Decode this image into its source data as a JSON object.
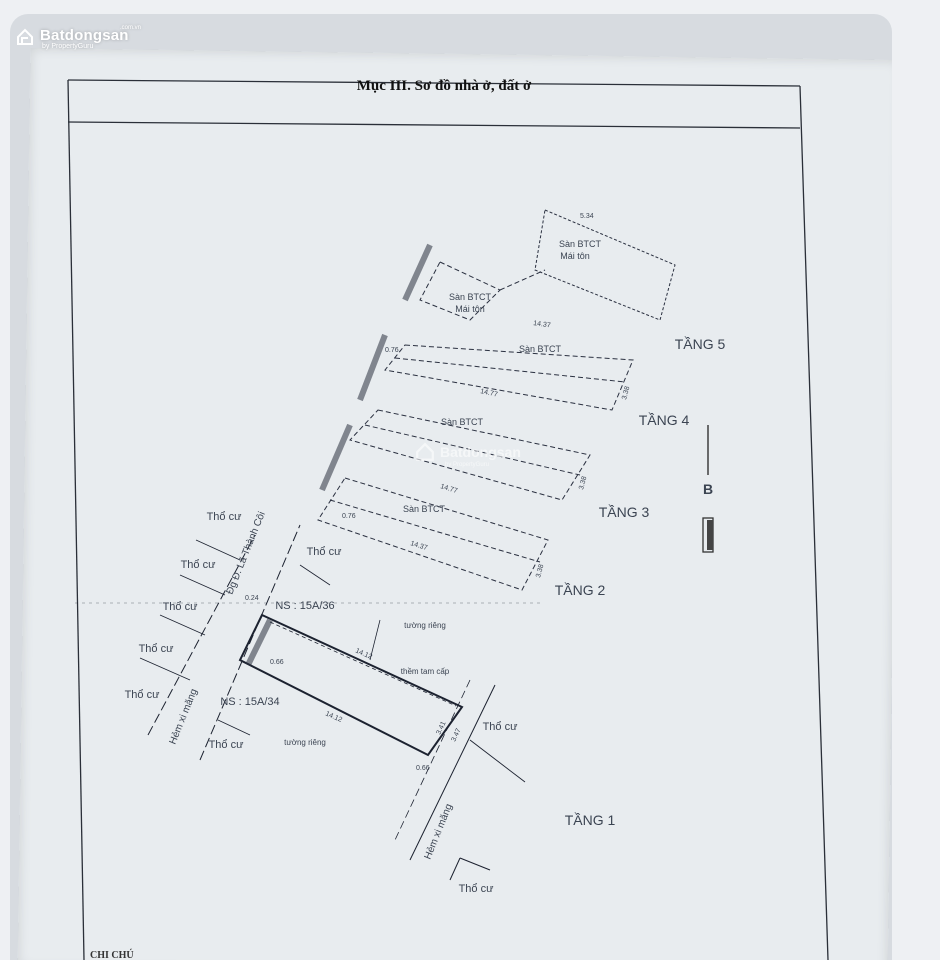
{
  "watermark": {
    "brand": "Batdongsan",
    "domain": ".com.vn",
    "sub": "by PropertyGuru"
  },
  "document": {
    "title": "Mục III. Sơ đồ nhà ở, đất ở",
    "north": "B",
    "footer_partial": "CHI CHÚ",
    "floors": [
      "TẦNG 1",
      "TẦNG 2",
      "TẦNG 3",
      "TẦNG 4",
      "TẦNG 5"
    ],
    "neighbor": "Thổ cư",
    "labels": {
      "ns_15a_36": "NS : 15A/36",
      "ns_15a_34": "NS : 15A/34",
      "hem": "Hẻm xi măng",
      "road": "Đg Đ. Lã Thành Côi",
      "tuong_rieng": "tường riêng",
      "them_tam_cap": "thềm tam cấp",
      "san_btct": "Sàn BTCT",
      "mai_ton": "Mái tôn"
    },
    "dims": {
      "a": "14.12",
      "b": "14.37",
      "c": "14.77",
      "d": "3.38",
      "e": "3.41",
      "f": "3.47",
      "g": "0.76",
      "h": "0.24",
      "i": "0.66",
      "j": "5.34"
    }
  }
}
